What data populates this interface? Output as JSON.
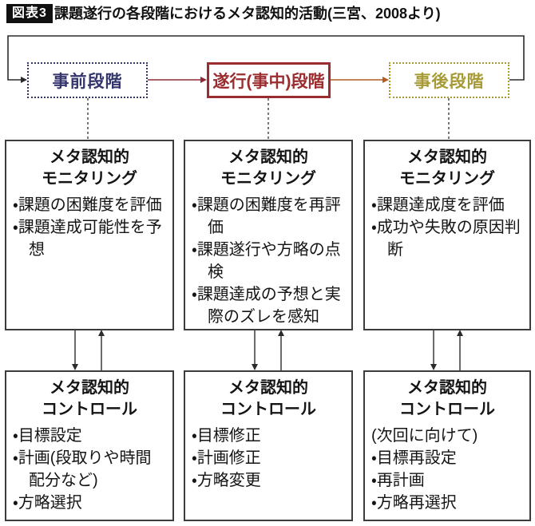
{
  "title": {
    "badge": "図表3",
    "text": "課題遂行の各段階におけるメタ認知的活動(三宮、2008より)"
  },
  "stages": [
    {
      "label": "事前段階",
      "color": "#35356e",
      "border": "dotted"
    },
    {
      "label": "遂行(事中)段階",
      "color": "#9b2c2f",
      "border": "solid"
    },
    {
      "label": "事後段階",
      "color": "#a79a35",
      "border": "dotted"
    }
  ],
  "columns": [
    {
      "monitoring": {
        "title": "メタ認知的\nモニタリング",
        "items": [
          "課題の困難度を評価",
          "課題達成可能性を予想"
        ]
      },
      "control": {
        "title": "メタ認知的\nコントロール",
        "items": [
          "目標設定",
          "計画(段取りや時間配分など)",
          "方略選択"
        ]
      }
    },
    {
      "monitoring": {
        "title": "メタ認知的\nモニタリング",
        "items": [
          "課題の困難度を再評価",
          "課題遂行や方略の点検",
          "課題達成の予想と実際のズレを感知"
        ]
      },
      "control": {
        "title": "メタ認知的\nコントロール",
        "items": [
          "目標修正",
          "計画修正",
          "方略変更"
        ]
      }
    },
    {
      "monitoring": {
        "title": "メタ認知的\nモニタリング",
        "items": [
          "課題達成度を評価",
          "成功や失敗の原因判断"
        ]
      },
      "control": {
        "title": "メタ認知的\nコントロール",
        "note": "(次回に向けて)",
        "items": [
          "目標再設定",
          "再計画",
          "方略再選択"
        ]
      }
    }
  ],
  "colors": {
    "pre_stage": "#35356e",
    "during_stage": "#9b2c2f",
    "post_stage": "#a79a35",
    "arrow_pre_to_during": "#8e2b38",
    "arrow_during_to_post": "#b25a1f",
    "line": "#2b2b2b",
    "box_border": "#3c3c3c"
  }
}
